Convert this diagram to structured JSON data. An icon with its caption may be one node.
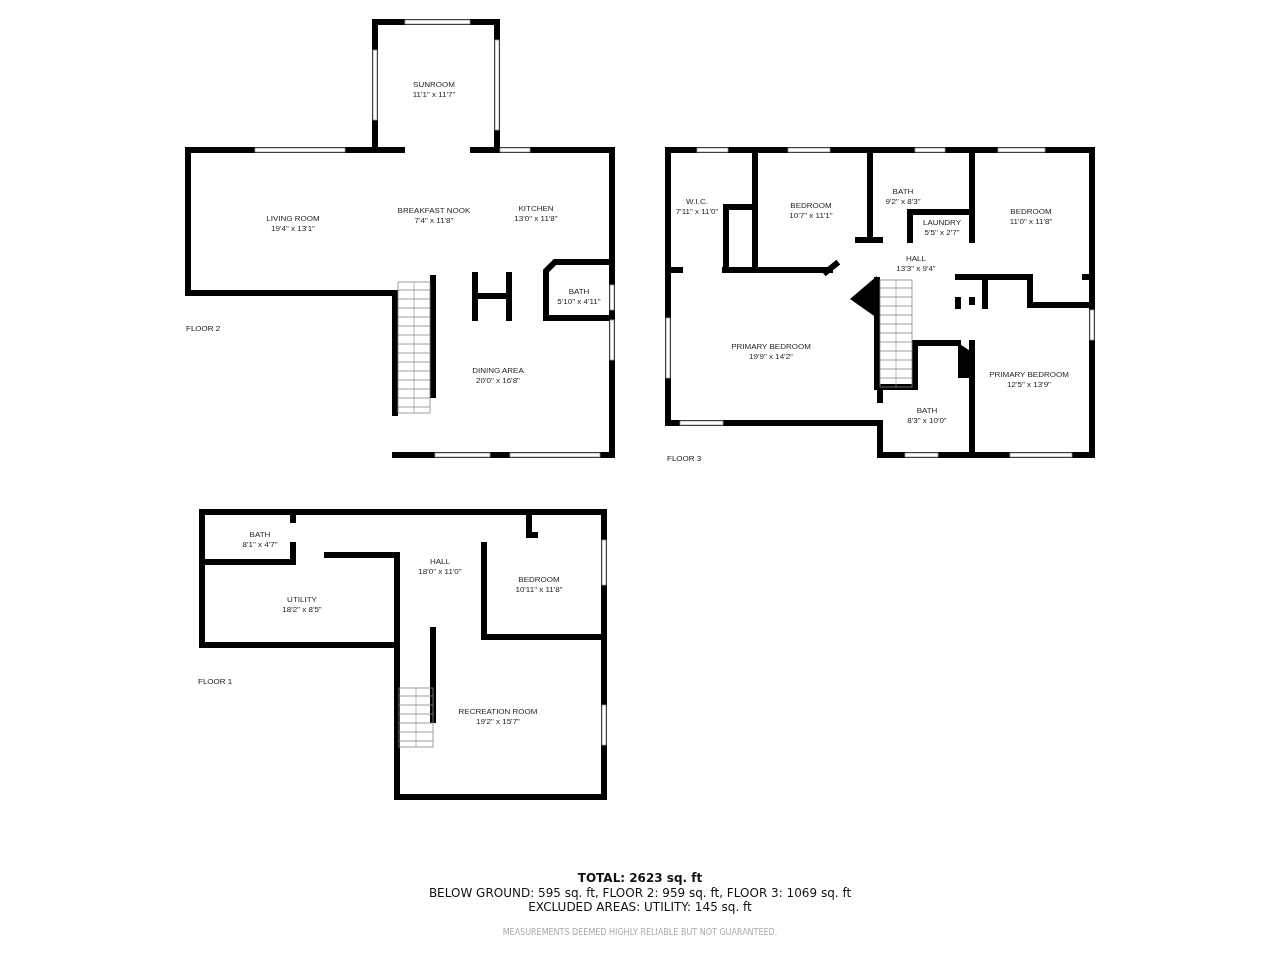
{
  "diagram": {
    "nodes": [
      {
        "text": [
          "SUNROOM",
          "11'1\" x 11'7\""
        ]
      },
      {
        "text": [
          "LIVING ROOM",
          "19'4\" x 13'1\""
        ]
      },
      {
        "text": [
          "BREAKFAST NOOK",
          "7'4\" x 11'8\""
        ]
      },
      {
        "text": [
          "KITCHEN",
          "13'0\" x 11'8\""
        ]
      },
      {
        "text": [
          "BATH",
          "5'10\" x 4'11\""
        ]
      },
      {
        "text": [
          "DINING AREA",
          "20'0\" x 16'8\""
        ]
      },
      {
        "text": [
          "W.I.C.",
          "7'11\" x 11'0\""
        ]
      },
      {
        "text": [
          "BEDROOM",
          "10'7\" x 11'1\""
        ]
      },
      {
        "text": [
          "BATH",
          "9'2\" x 8'3\""
        ]
      },
      {
        "text": [
          "LAUNDRY",
          "5'5\" x 2'7\""
        ]
      },
      {
        "text": [
          "BEDROOM",
          "11'0\" x 11'8\""
        ]
      },
      {
        "text": [
          "HALL",
          "13'3\" x 9'4\""
        ]
      },
      {
        "text": [
          "PRIMARY BEDROOM",
          "19'9\" x 14'2\""
        ]
      },
      {
        "text": [
          "BATH",
          "8'3\" x 10'0\""
        ]
      },
      {
        "text": [
          "PRIMARY BEDROOM",
          "12'5\" x 13'9\""
        ]
      },
      {
        "text": [
          "BATH",
          "8'1\" x 4'7\""
        ]
      },
      {
        "text": [
          "UTILITY",
          "18'2\" x 8'5\""
        ]
      },
      {
        "text": [
          "HALL",
          "18'0\" x 11'0\""
        ]
      },
      {
        "text": [
          "BEDROOM",
          "10'11\" x 11'8\""
        ]
      },
      {
        "text": [
          "RECREATION ROOM",
          "19'2\" x 15'7\""
        ]
      }
    ],
    "labels": [
      "FLOOR 2",
      "FLOOR 3",
      "FLOOR 1",
      "TOTAL: 2623 sq. ft",
      "BELOW GROUND: 595 sq. ft, FLOOR 2: 959 sq. ft, FLOOR 3: 1069 sq. ft",
      "EXCLUDED AREAS: UTILITY: 145 sq. ft",
      "MEASUREMENTS DEEMED HIGHLY RELIABLE BUT NOT GUARANTEED."
    ]
  }
}
